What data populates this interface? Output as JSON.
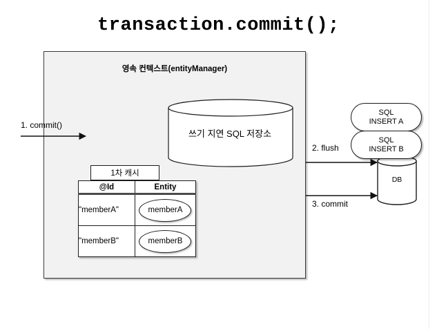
{
  "title": "transaction.commit();",
  "persistence_context": {
    "header": "영속 컨텍스트(entityManager)",
    "sql_store_label": "쓰기 지연 SQL 저장소",
    "cache": {
      "tab_label": "1차 캐시",
      "columns": [
        "@Id",
        "Entity"
      ],
      "rows": [
        {
          "id": "\"memberA\"",
          "entity": "memberA"
        },
        {
          "id": "\"memberB\"",
          "entity": "memberB"
        }
      ]
    }
  },
  "sql_statements": [
    {
      "line1": "SQL",
      "line2": "INSERT A"
    },
    {
      "line1": "SQL",
      "line2": "INSERT B"
    }
  ],
  "database": {
    "label": "DB"
  },
  "arrows": [
    {
      "label": "1. commit()"
    },
    {
      "label": "2. flush"
    },
    {
      "label": "3. commit"
    }
  ],
  "colors": {
    "context_fill": "#f2f2f2",
    "context_border": "#3a3a3a",
    "shape_stroke": "#1b1b1b",
    "shape_fill": "#ffffff",
    "text": "#000000",
    "header_rule": "#4a4a4a"
  }
}
